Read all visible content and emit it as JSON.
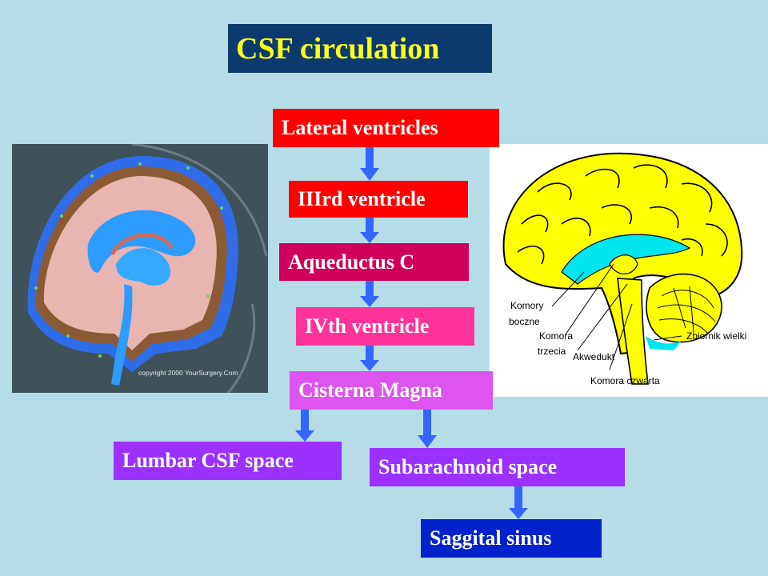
{
  "title": "CSF circulation",
  "flow": {
    "lateral": "Lateral ventricles",
    "third": "IIIrd  ventricle",
    "aqueduct": "Aqueductus C",
    "fourth": "IVth ventricle",
    "cisterna": "Cisterna Magna",
    "lumbar": "Lumbar CSF space",
    "subarachnoid": "Subarachnoid space",
    "saggital": "Saggital sinus"
  },
  "left_image": {
    "copyright": "copyright 2000 YourSurgery.Com"
  },
  "right_image": {
    "labels": {
      "komory": "Komory",
      "boczne": "boczne",
      "komora": "Komora",
      "trzecia": "trzecia",
      "akwedukt": "Akwedukt",
      "zbiornik": "Zbiornik wielki",
      "czwarta": "Komora czwarta"
    }
  },
  "colors": {
    "background": "#b6dce8",
    "arrow": "#3366ff",
    "title_bg": "#0b3a6e",
    "title_text": "#ffff1a"
  }
}
